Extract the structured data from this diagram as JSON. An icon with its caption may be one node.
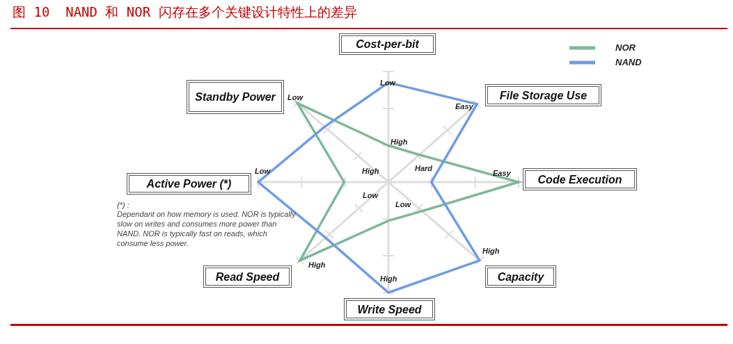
{
  "diagram": {
    "title": "图 10  NAND 和 NOR 闪存在多个关键设计特性上的差异",
    "nodes": [
      {
        "text": [
          "Cost-per-bit"
        ]
      },
      {
        "text": [
          "Standby Power"
        ]
      },
      {
        "text": [
          "File Storage Use"
        ]
      },
      {
        "text": [
          "Active Power (*)"
        ]
      },
      {
        "text": [
          "Code Execution"
        ]
      },
      {
        "text": [
          "Read Speed"
        ]
      },
      {
        "text": [
          "Capacity"
        ]
      },
      {
        "text": [
          "Write Speed"
        ]
      }
    ],
    "labels": [
      "Low",
      "Low",
      "Easy",
      "High",
      "High",
      "Hard",
      "Low",
      "Easy",
      "Low",
      "Low",
      "(*) :",
      "Dependant on how memory is used. NOR is typically slow on writes and consumes more power than NAND. NOR is typically fast on reads, which consume less power.",
      "High",
      "High",
      "High"
    ],
    "legend": [
      {
        "text": "NOR"
      },
      {
        "text": "NAND"
      }
    ]
  }
}
